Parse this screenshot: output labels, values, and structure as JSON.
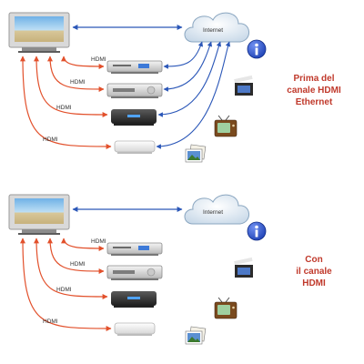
{
  "cloud_label": "Internet",
  "link_label": "HDMI",
  "colors": {
    "hdmi_line": "#e2502b",
    "internet_line": "#2b57b8",
    "caption": "#c0392b"
  },
  "top_panel": {
    "caption_lines": [
      "Prima del",
      "canale HDMI",
      "Ethernet"
    ],
    "devices": [
      {
        "type": "dvd-player",
        "label": "HDMI",
        "icon": "info-icon"
      },
      {
        "type": "av-receiver",
        "label": "HDMI",
        "icon": "movie-icon"
      },
      {
        "type": "media-box",
        "label": "HDMI",
        "icon": "tv-icon"
      },
      {
        "type": "console",
        "label": "HDMI",
        "icon": "photos-icon"
      }
    ]
  },
  "bottom_panel": {
    "caption_lines": [
      "Con",
      "il canale",
      "HDMI"
    ],
    "devices": [
      {
        "type": "dvd-player",
        "label": "HDMI",
        "icon": "info-icon"
      },
      {
        "type": "av-receiver",
        "label": "HDMI",
        "icon": "movie-icon"
      },
      {
        "type": "media-box",
        "label": "HDMI",
        "icon": "tv-icon"
      },
      {
        "type": "console",
        "label": "HDMI",
        "icon": "photos-icon"
      }
    ]
  }
}
